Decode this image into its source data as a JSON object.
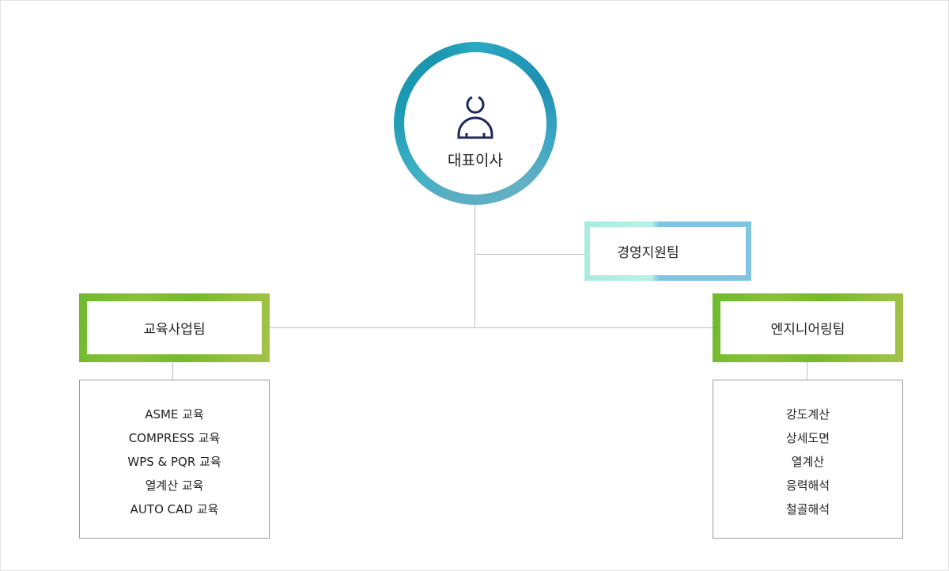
{
  "ceo": {
    "label": "대표이사",
    "icon": "person-icon"
  },
  "support_team": {
    "label": "경영지원팀"
  },
  "education_team": {
    "label": "교육사업팀",
    "items": [
      "ASME 교육",
      "COMPRESS 교육",
      "WPS & PQR 교육",
      "열계산 교육",
      "AUTO CAD 교육"
    ]
  },
  "engineering_team": {
    "label": "엔지니어링팀",
    "items": [
      "강도계산",
      "상세도면",
      "열계산",
      "응력해석",
      "철골해석"
    ]
  },
  "colors": {
    "ceo_ring": "#1d9ab2",
    "support": "#7fc4e3",
    "teams": "#7ab82c",
    "icon": "#1f2a5c"
  }
}
